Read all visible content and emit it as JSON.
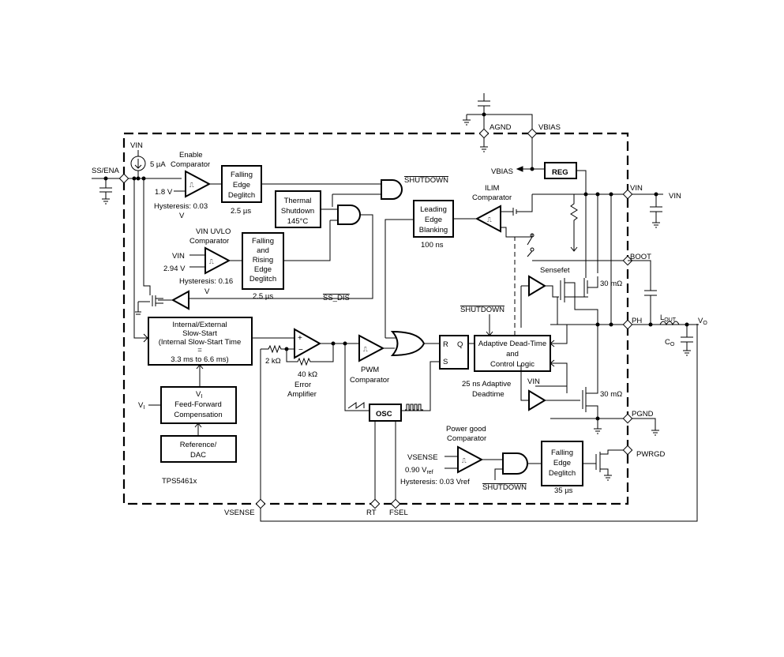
{
  "pins": {
    "ss_ena": "SS/ENA",
    "vin_top": "VIN",
    "agnd": "AGND",
    "vbias": "VBIAS",
    "vin_right": "VIN",
    "boot": "BOOT",
    "ph": "PH",
    "pgnd": "PGND",
    "pwrgd": "PWRGD",
    "vsense": "VSENSE",
    "rt": "RT",
    "fsel": "FSEL"
  },
  "external": {
    "vin_supply": "VIN",
    "lout": "L",
    "lout_sub": "OUT",
    "vo": "V",
    "vo_sub": "O",
    "co": "C",
    "co_sub": "O"
  },
  "enable": {
    "current": "5 µA",
    "title_1": "Enable",
    "title_2": "Comparator",
    "threshold": "1.8 V",
    "hyst_1": "Hysteresis: 0.03",
    "hyst_2": "V"
  },
  "deglitch_top": {
    "l1": "Falling",
    "l2": "Edge",
    "l3": "Deglitch",
    "time": "2.5 µs"
  },
  "thermal": {
    "l1": "Thermal",
    "l2": "Shutdown",
    "l3": "145°C"
  },
  "shutdown_label": "SHUTDOWN",
  "uvlo": {
    "title_1": "VIN UVLO",
    "title_2": "Comparator",
    "in_label": "VIN",
    "threshold": "2.94 V",
    "hyst_1": "Hysteresis: 0.16",
    "hyst_2": "V"
  },
  "deglitch_mid": {
    "l1": "Falling",
    "l2": "and",
    "l3": "Rising",
    "l4": "Edge",
    "l5": "Deglitch",
    "time": "2.5 µs"
  },
  "ss_dis": "SS_DIS",
  "leb": {
    "l1": "Leading",
    "l2": "Edge",
    "l3": "Blanking",
    "time": "100 ns"
  },
  "ilim": {
    "l1": "ILIM",
    "l2": "Comparator"
  },
  "vbias_label": "VBIAS",
  "reg_label": "REG",
  "sensefet": "Sensefet",
  "rds_high": "30 mΩ",
  "rds_low": "30 mΩ",
  "slowstart": {
    "l1": "Internal/External",
    "l2": "Slow-Start",
    "l3": "(Internal Slow-Start Time",
    "l4": "=",
    "l5": "3.3 ms to 6.6 ms)"
  },
  "error_amp": {
    "r1": "2 kΩ",
    "r2": "40 kΩ",
    "l1": "Error",
    "l2": "Amplifier"
  },
  "pwm": {
    "l1": "PWM",
    "l2": "Comparator"
  },
  "latch": {
    "r": "R",
    "s": "S",
    "q": "Q"
  },
  "deadtime": {
    "l1": "Adaptive Dead-Time",
    "l2": "and",
    "l3": "Control Logic",
    "note_1": "25 ns Adaptive",
    "note_2": "Deadtime"
  },
  "shutdown_label_2": "SHUTDOWN",
  "vin_low": "VIN",
  "feedforward": {
    "vi": "V",
    "vi_sub": "I",
    "l1": "V",
    "l1_sub": "I",
    "l2": "Feed-Forward",
    "l3": "Compensation",
    "in": "V",
    "in_sub": "I"
  },
  "reference": {
    "l1": "Reference/",
    "l2": "DAC"
  },
  "osc": "OSC",
  "powergood": {
    "title_1": "Power good",
    "title_2": "Comparator",
    "in_label": "VSENSE",
    "ref": "0.90 V",
    "ref_sub": "ref",
    "hyst": "Hysteresis: 0.03 Vref"
  },
  "shutdown_label_3": "SHUTDOWN",
  "deglitch_pg": {
    "l1": "Falling",
    "l2": "Edge",
    "l3": "Deglitch",
    "time": "35 µs"
  },
  "part_name": "TPS5461x"
}
